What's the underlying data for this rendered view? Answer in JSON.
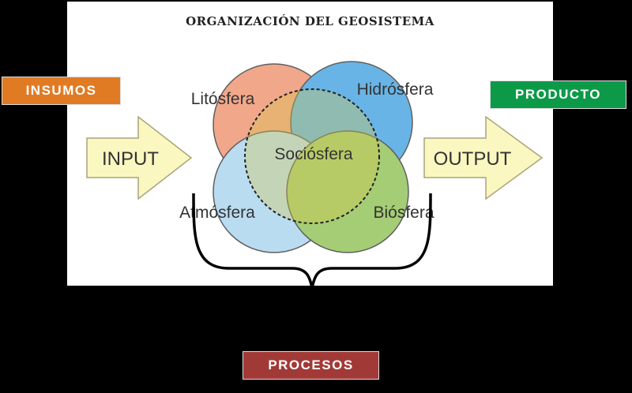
{
  "title": "ORGANIZACIÓN DEL GEOSISTEMA",
  "labels": {
    "insumos": "INSUMOS",
    "producto": "PRODUCTO",
    "procesos": "PROCESOS"
  },
  "arrows": {
    "input": "INPUT",
    "output": "OUTPUT"
  },
  "spheres": {
    "lito": "Litósfera",
    "hidro": "Hidrósfera",
    "atmo": "Atmósfera",
    "bio": "Biósfera",
    "socio": "Sociósfera"
  },
  "colors": {
    "lito": "#ee8f6a",
    "hidro": "#3fa0df",
    "atmo": "#a7d3ee",
    "bio": "#8cc04f",
    "socio": "#d8c84a",
    "insumos": "#e07b24",
    "producto": "#0c9a49",
    "procesos": "#a13a37",
    "arrow": "#fbf7c0"
  }
}
